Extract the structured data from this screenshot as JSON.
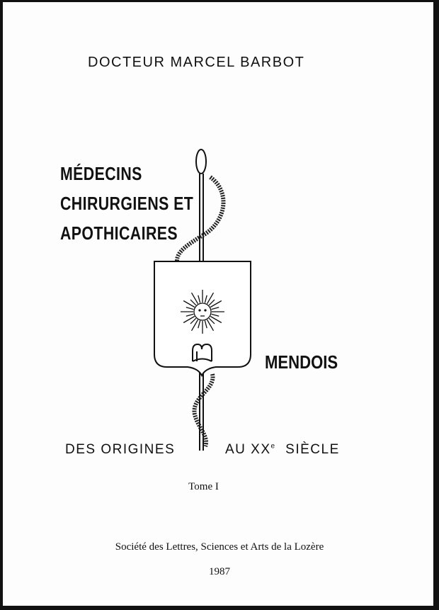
{
  "author": "DOCTEUR MARCEL BARBOT",
  "title_lines": [
    "MÉDECINS",
    "CHIRURGIENS ET",
    "APOTHICAIRES"
  ],
  "title_suffix": "MENDOIS",
  "subtitle": {
    "left": "DES ORIGINES",
    "right": "AU XX",
    "superscript": "e",
    "right_end": "SIÈCLE"
  },
  "volume": "Tome I",
  "publisher": "Société des Lettres, Sciences et Arts de la Lozère",
  "year": "1987"
}
